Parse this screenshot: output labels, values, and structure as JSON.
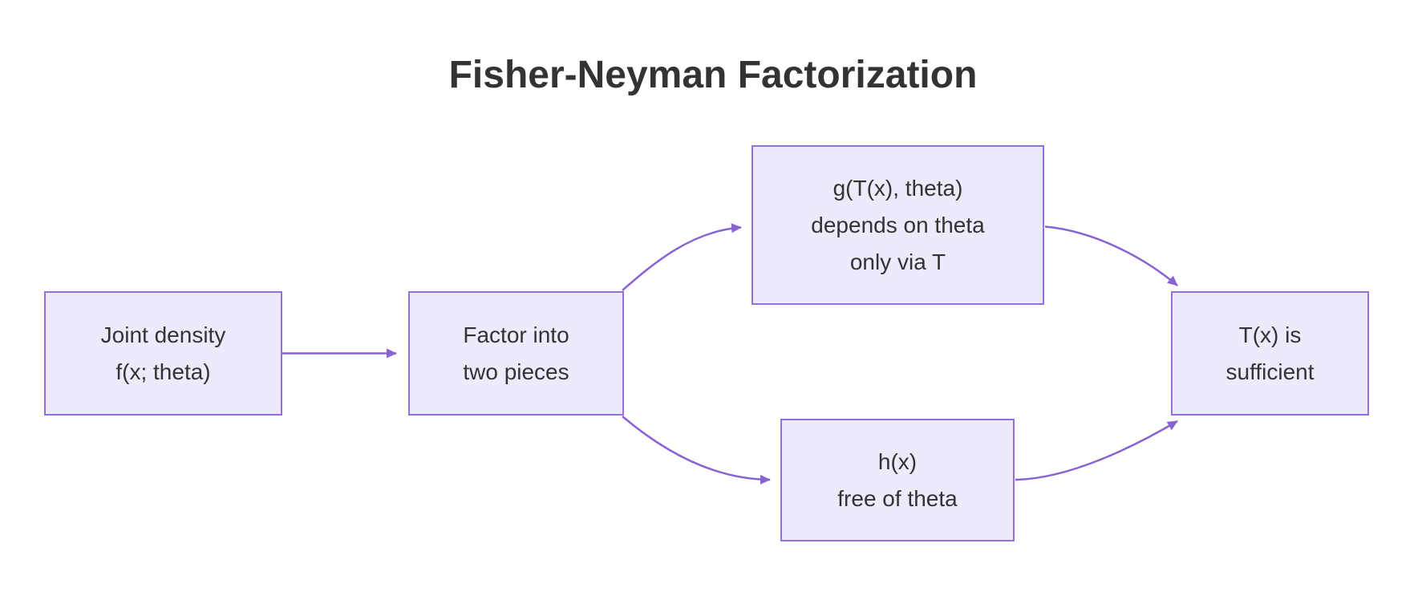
{
  "title": "Fisher-Neyman Factorization",
  "theme": {
    "node_fill": "#ECEAFB",
    "node_border": "#9370DB",
    "edge_color": "#8A63D2",
    "text_color": "#333333",
    "title_color": "#333333"
  },
  "nodes": [
    {
      "id": "joint-density",
      "lines": [
        "Joint density",
        "f(x; theta)"
      ]
    },
    {
      "id": "factor-into-two-pieces",
      "lines": [
        "Factor into",
        "two pieces"
      ]
    },
    {
      "id": "g-component",
      "lines": [
        "g(T(x), theta)",
        "depends on theta",
        "only via T"
      ]
    },
    {
      "id": "h-component",
      "lines": [
        "h(x)",
        "free of theta"
      ]
    },
    {
      "id": "t-sufficient",
      "lines": [
        "T(x) is",
        "sufficient"
      ]
    }
  ],
  "edges": [
    {
      "from": "joint-density",
      "to": "factor-into-two-pieces"
    },
    {
      "from": "factor-into-two-pieces",
      "to": "g-component"
    },
    {
      "from": "factor-into-two-pieces",
      "to": "h-component"
    },
    {
      "from": "g-component",
      "to": "t-sufficient"
    },
    {
      "from": "h-component",
      "to": "t-sufficient"
    }
  ]
}
